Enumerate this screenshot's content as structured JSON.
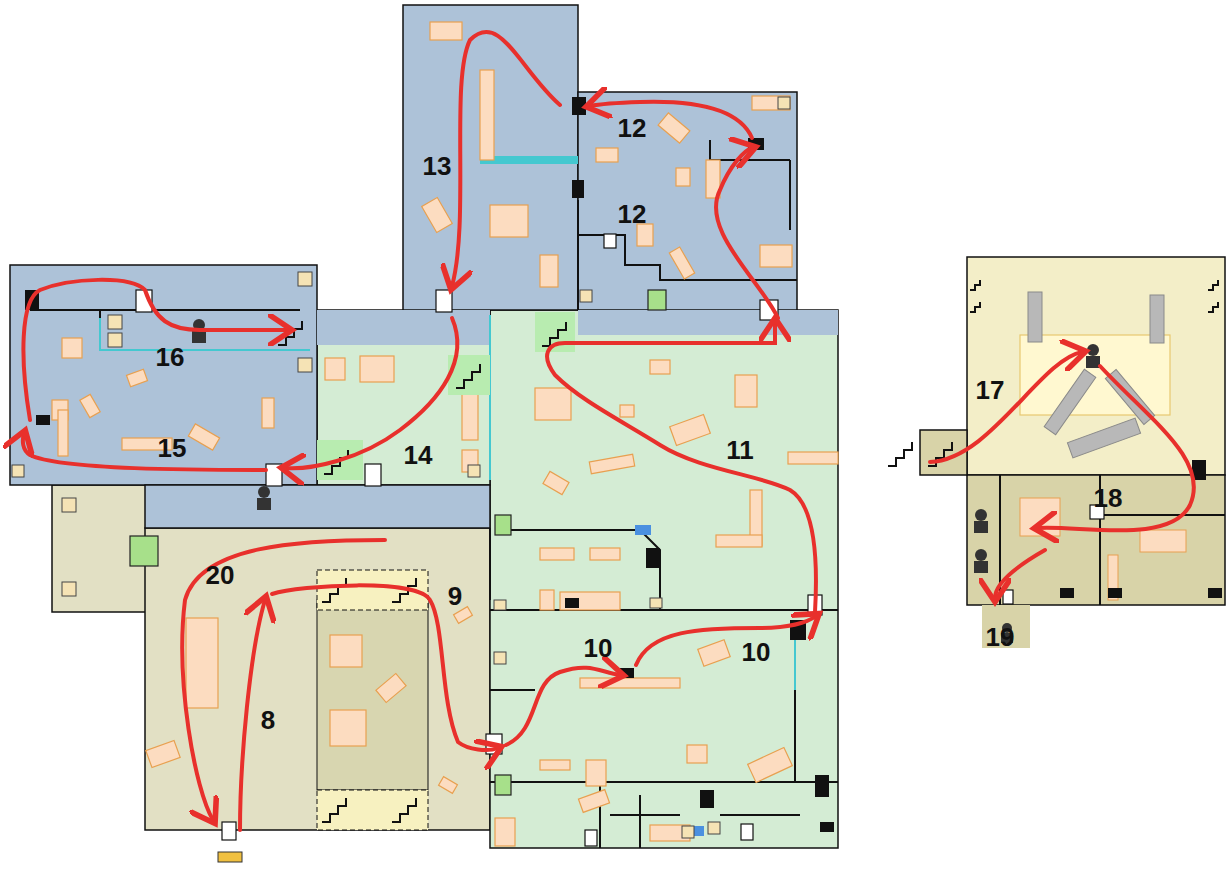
{
  "diagram": {
    "labels": [
      "13",
      "12",
      "12",
      "16",
      "15",
      "14",
      "11",
      "20",
      "9",
      "10",
      "10",
      "8",
      "17",
      "18",
      "19"
    ]
  }
}
